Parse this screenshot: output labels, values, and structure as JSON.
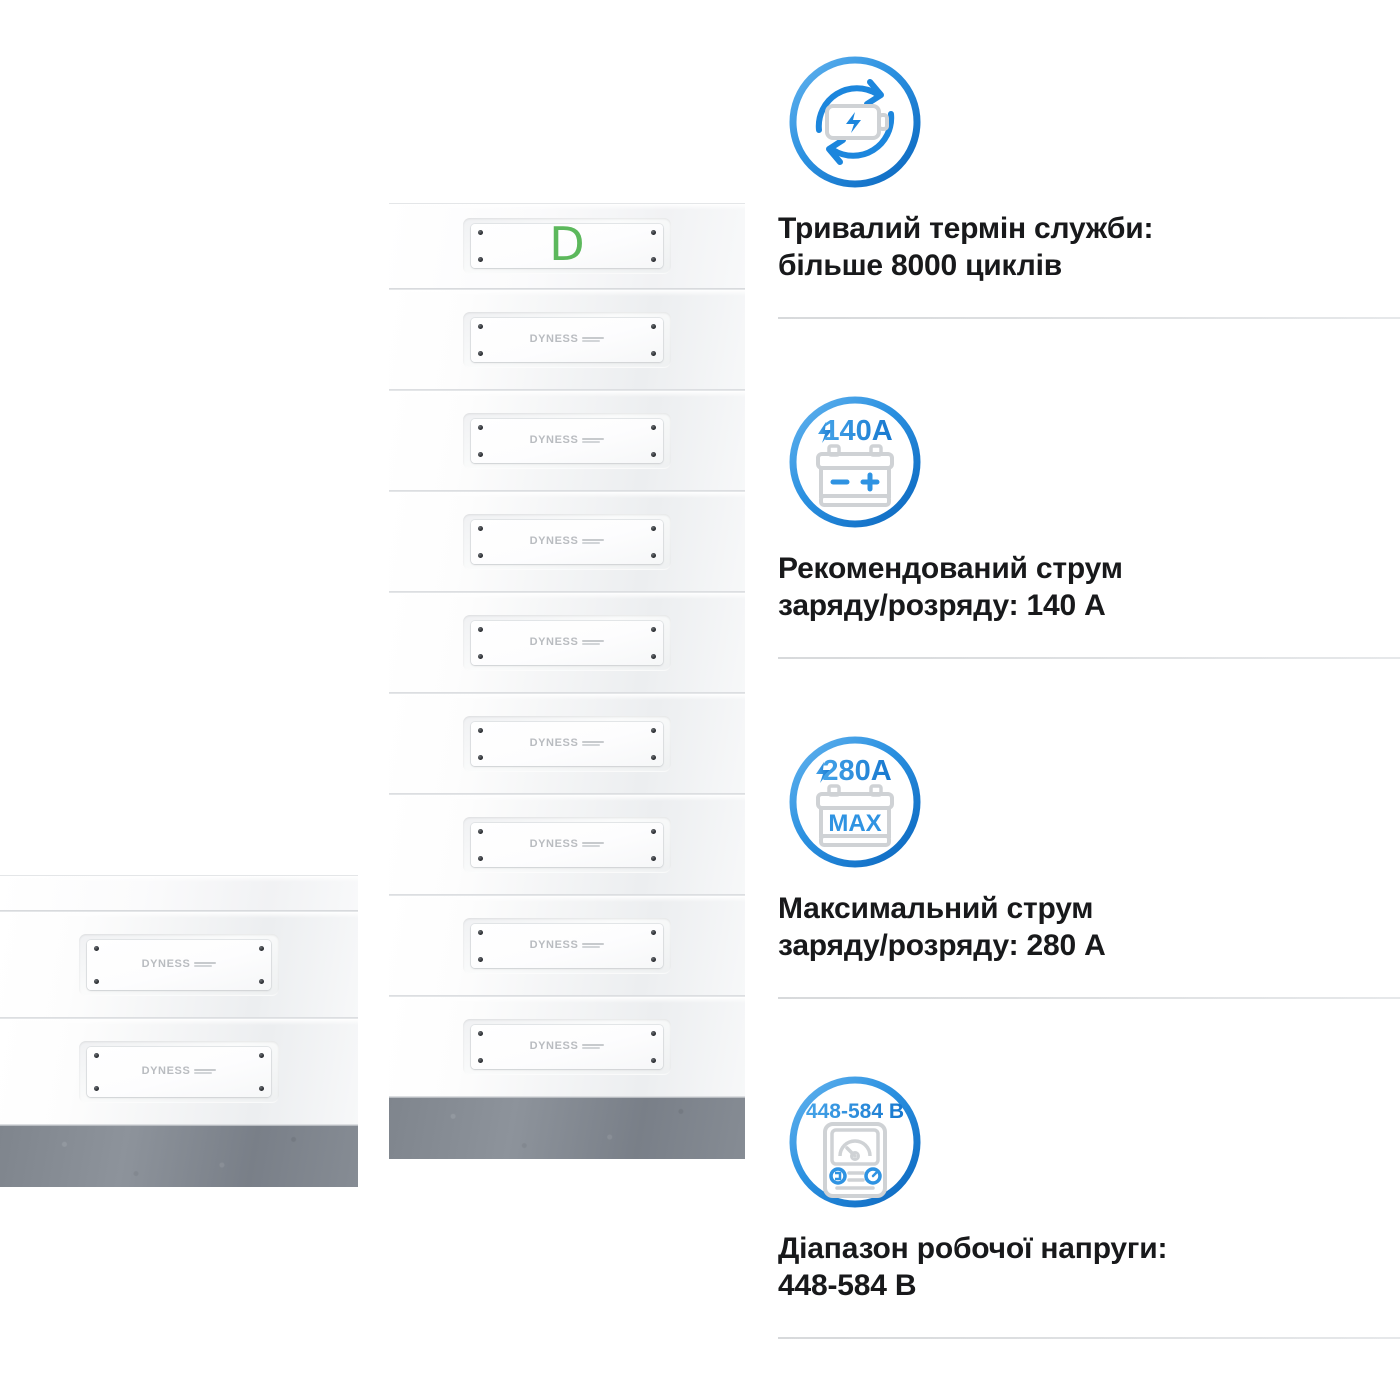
{
  "product": {
    "brand_word": "DYNESS",
    "logo_letter": "D",
    "logo_color": "#5cb85c",
    "left_stack": {
      "name": "2-module battery stack",
      "module_count": 2,
      "has_top_cap": true,
      "has_pedestal": true
    },
    "tall_stack": {
      "name": "8-module battery tower",
      "module_count": 8,
      "has_logo_module": true,
      "has_pedestal": true
    }
  },
  "accent": {
    "blue": "#1a86de",
    "blue_dark": "#0f6fc4",
    "blue_light": "#4aa8ec",
    "icon_gray": "#cfd2d5",
    "text": "#18191b",
    "divider": "#dfe1e3"
  },
  "features": [
    {
      "icon": "battery-recycle-icon",
      "icon_label": "",
      "title": "Тривалий термін служби:\nбільше 8000 циклів"
    },
    {
      "icon": "battery-140a-icon",
      "icon_label": "140A",
      "title": "Рекомендований струм\nзаряду/розряду: 140 A"
    },
    {
      "icon": "battery-max-280a-icon",
      "icon_label": "280A",
      "icon_inner_label": "MAX",
      "title": "Максимальний струм\nзаряду/розряду: 280 A"
    },
    {
      "icon": "voltmeter-icon",
      "icon_label": "448-584 В",
      "title": "Діапазон робочої напруги:\n448-584 В"
    }
  ]
}
